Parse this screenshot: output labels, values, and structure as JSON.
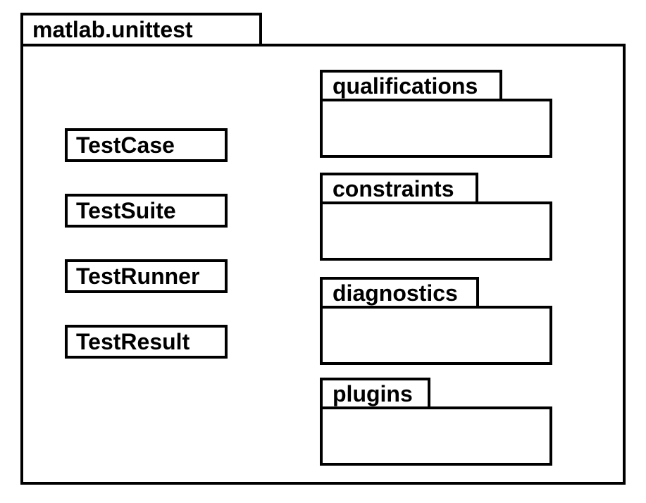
{
  "colors": {
    "line": "#000000",
    "background": "#ffffff",
    "text": "#000000"
  },
  "package": {
    "name": "matlab.unittest",
    "classes": [
      {
        "name": "TestCase"
      },
      {
        "name": "TestSuite"
      },
      {
        "name": "TestRunner"
      },
      {
        "name": "TestResult"
      }
    ],
    "subpackages": [
      {
        "name": "qualifications"
      },
      {
        "name": "constraints"
      },
      {
        "name": "diagnostics"
      },
      {
        "name": "plugins"
      }
    ]
  }
}
